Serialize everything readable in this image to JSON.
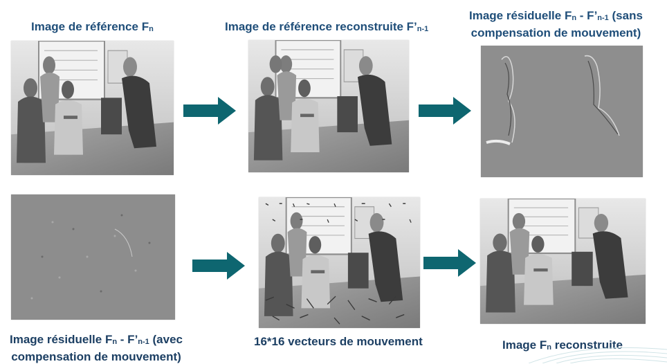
{
  "colors": {
    "label_text": "#1f4e79",
    "label_text_dark": "#1c3f63",
    "arrow": "#0e6670",
    "frame_bg": "#8a8a8a",
    "residual_bg": "#8c8c8c"
  },
  "labels": {
    "ref_frame": {
      "main": "Image de référence F",
      "sub": "n"
    },
    "reconstructed_ref": {
      "main": "Image de référence reconstruite F’",
      "sub": "n-1"
    },
    "residual_no_mc": {
      "line1_a": "Image résiduelle F",
      "line1_sub1": "n",
      "line1_b": " - F’",
      "line1_sub2": "n-1",
      "line1_c": " (sans",
      "line2": "compensation de mouvement)"
    },
    "residual_mc": {
      "line1_a": "Image résiduelle F",
      "line1_sub1": "n",
      "line1_b": " - F’",
      "line1_sub2": "n-1",
      "line1_c": " (avec",
      "line2": "compensation de mouvement)"
    },
    "motion_vectors": "16*16 vecteurs de mouvement",
    "reconstructed_frame": {
      "a": "Image F",
      "sub": "n",
      "b": " reconstruite"
    }
  },
  "icons": [
    "right-arrow-icon",
    "people-scene-image",
    "residual-noise-image",
    "motion-vector-field-image"
  ]
}
